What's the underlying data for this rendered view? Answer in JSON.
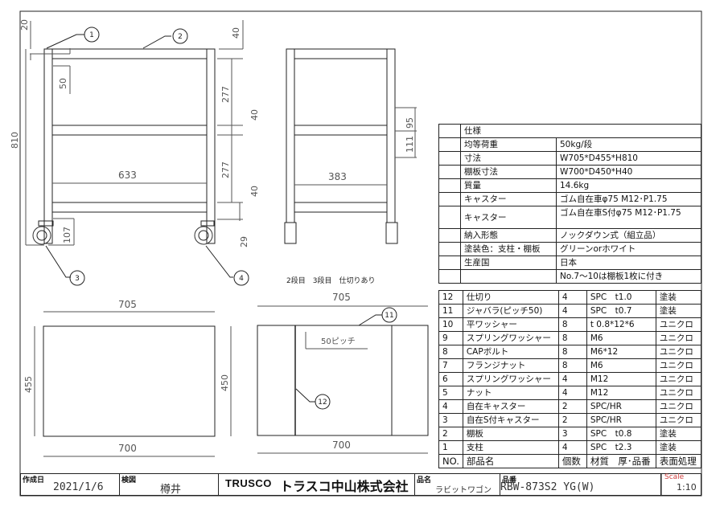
{
  "drawing": {
    "front_view": {
      "dims": {
        "top_offset": "20",
        "overall_height": "810",
        "shelf_gap_upper": "277",
        "shelf_gap_lower": "277",
        "inner_width": "633",
        "shelf_thickness_mid": "40",
        "shelf_thickness_low": "40",
        "top_thickness": "40",
        "pitch": "50",
        "caster_height": "107",
        "bottom_clearance": "29"
      },
      "callouts": [
        "1",
        "2",
        "3",
        "4"
      ]
    },
    "side_view": {
      "dims": {
        "inner_depth": "383",
        "hole_pitch_a": "95",
        "hole_pitch_b": "111"
      },
      "note": "2段目　3段目　仕切りあり"
    },
    "plan_view_left": {
      "dims": {
        "outer_width": "705",
        "shelf_width": "700",
        "outer_depth": "455",
        "shelf_depth": "450"
      }
    },
    "plan_view_right": {
      "dims": {
        "outer_width": "705",
        "shelf_width": "700",
        "pitch_label": "50ピッチ"
      },
      "callouts": [
        "11",
        "12"
      ]
    }
  },
  "spec_table": {
    "title": "仕様",
    "rows": [
      {
        "label": "均等荷重",
        "value": "50kg/段"
      },
      {
        "label": "寸法",
        "value": "W705*D455*H810"
      },
      {
        "label": "棚板寸法",
        "value": "W700*D450*H40"
      },
      {
        "label": "質量",
        "value": "14.6kg"
      },
      {
        "label": "キャスター",
        "value": "ゴム自在車φ75 M12･P1.75"
      },
      {
        "label": "キャスター",
        "value": "ゴム自在車S付φ75 M12･P1.75"
      },
      {
        "label": "納入形態",
        "value": "ノックダウン式（組立品）"
      },
      {
        "label": "塗装色：支柱・棚板",
        "value": "グリーンorホワイト"
      },
      {
        "label": "生産国",
        "value": "日本"
      },
      {
        "label": "",
        "value": "No.7～10は棚板1枚に付き"
      }
    ]
  },
  "parts_table": {
    "header": {
      "no": "NO.",
      "name": "部品名",
      "qty": "個数",
      "material": "材質　厚･品番",
      "finish": "表面処理"
    },
    "rows": [
      {
        "no": "12",
        "name": "仕切り",
        "qty": "4",
        "material": "SPC　t1.0",
        "finish": "塗装"
      },
      {
        "no": "11",
        "name": "ジャバラ(ピッチ50)",
        "qty": "4",
        "material": "SPC　t0.7",
        "finish": "塗装"
      },
      {
        "no": "10",
        "name": "平ワッシャー",
        "qty": "8",
        "material": "t 0.8*12*6",
        "finish": "ユニクロ"
      },
      {
        "no": "9",
        "name": "スプリングワッシャー",
        "qty": "8",
        "material": "M6",
        "finish": "ユニクロ"
      },
      {
        "no": "8",
        "name": "CAPボルト",
        "qty": "8",
        "material": "M6*12",
        "finish": "ユニクロ"
      },
      {
        "no": "7",
        "name": "フランジナット",
        "qty": "8",
        "material": "M6",
        "finish": "ユニクロ"
      },
      {
        "no": "6",
        "name": "スプリングワッシャー",
        "qty": "4",
        "material": "M12",
        "finish": "ユニクロ"
      },
      {
        "no": "5",
        "name": "ナット",
        "qty": "4",
        "material": "M12",
        "finish": "ユニクロ"
      },
      {
        "no": "4",
        "name": "自在キャスター",
        "qty": "2",
        "material": "SPC/HR",
        "finish": "ユニクロ"
      },
      {
        "no": "3",
        "name": "自在S付キャスター",
        "qty": "2",
        "material": "SPC/HR",
        "finish": "ユニクロ"
      },
      {
        "no": "2",
        "name": "棚板",
        "qty": "3",
        "material": "SPC　t0.8",
        "finish": "塗装"
      },
      {
        "no": "1",
        "name": "支柱",
        "qty": "4",
        "material": "SPC　t2.3",
        "finish": "塗装"
      }
    ]
  },
  "title_block": {
    "created_label": "作成日",
    "created_value": "2021/1/6",
    "checked_label": "検図",
    "checked_value": "樽井",
    "company_logo": "TRUSCO",
    "company_name": "トラスコ中山株式会社",
    "product_name_label": "品名",
    "product_name": "ラビットワゴン",
    "product_no_label": "品番",
    "product_no": "RBW-873S2 YG(W)",
    "scale_label": "Scale",
    "scale_value": "1:10",
    "scale_label_color": "#d04040"
  }
}
